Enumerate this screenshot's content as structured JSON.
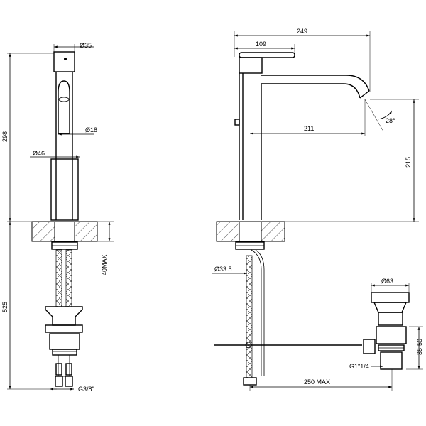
{
  "dimensions": {
    "front": {
      "d35": "Ø35",
      "d18": "Ø18",
      "d46": "Ø46",
      "h298": "298",
      "h525": "525",
      "max40": "40MAX",
      "g38": "G3/8\""
    },
    "side": {
      "w249": "249",
      "w109": "109",
      "w211": "211",
      "h215": "215",
      "a28": "28°",
      "d33": "Ø33.5",
      "d63": "Ø63",
      "r3550": "35-50",
      "g14": "G1\"1/4",
      "w250": "250 MAX"
    }
  }
}
